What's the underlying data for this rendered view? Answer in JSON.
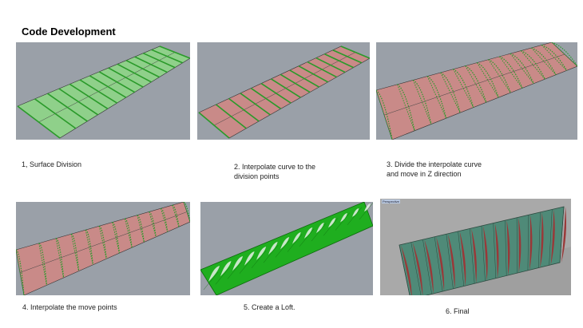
{
  "title": "Code Development",
  "steps": [
    {
      "caption": "1, Surface Division"
    },
    {
      "caption_line1": "2. Interpolate curve to the",
      "caption_line2": "division points"
    },
    {
      "caption_line1": "3. Divide the interpolate curve",
      "caption_line2": "and move in Z direction"
    },
    {
      "caption": "4. Interpolate the move points"
    },
    {
      "caption": "5. Create a Loft."
    },
    {
      "caption": "6. Final",
      "viewport_label": "Perspective"
    }
  ],
  "colors": {
    "viewport_bg": "#9aa0a8",
    "green": "#2a9a2a",
    "surface_green": "#8fd08a",
    "surface_red": "#c98a88",
    "final_bg": "#a9a9a9",
    "final_wall": "#4f8a78",
    "final_red": "#9a3838"
  }
}
